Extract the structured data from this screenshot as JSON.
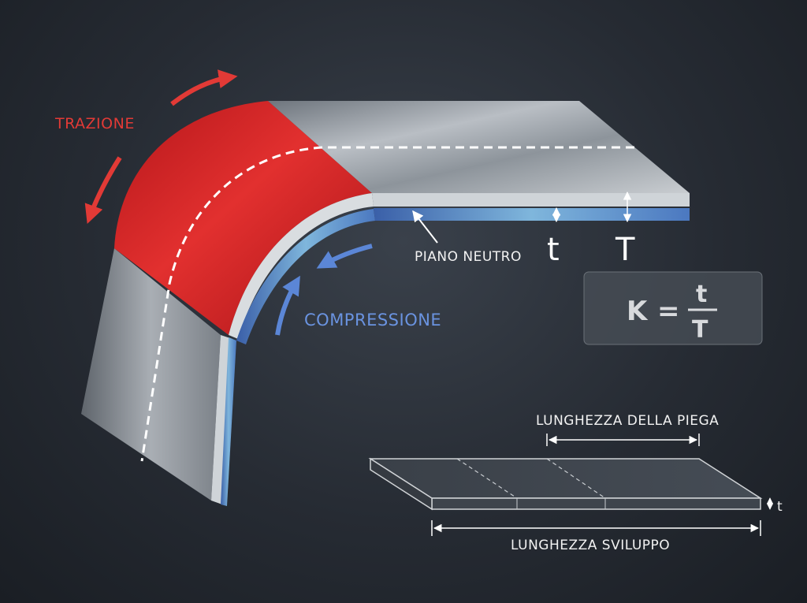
{
  "labels": {
    "tension": "TRAZIONE",
    "compression": "COMPRESSIONE",
    "neutral_plane": "PIANO NEUTRO",
    "small_t": "t",
    "big_t": "T",
    "bend_length": "LUNGHEZZA DELLA PIEGA",
    "developed_length": "LUNGHEZZA SVILUPPO",
    "flat_t": "t"
  },
  "formula": {
    "lhs": "K",
    "equals": "=",
    "numerator": "t",
    "denominator": "T"
  },
  "colors": {
    "tension": "#e23a36",
    "compression": "#5b86d6",
    "steel": "#9aa1a8"
  }
}
